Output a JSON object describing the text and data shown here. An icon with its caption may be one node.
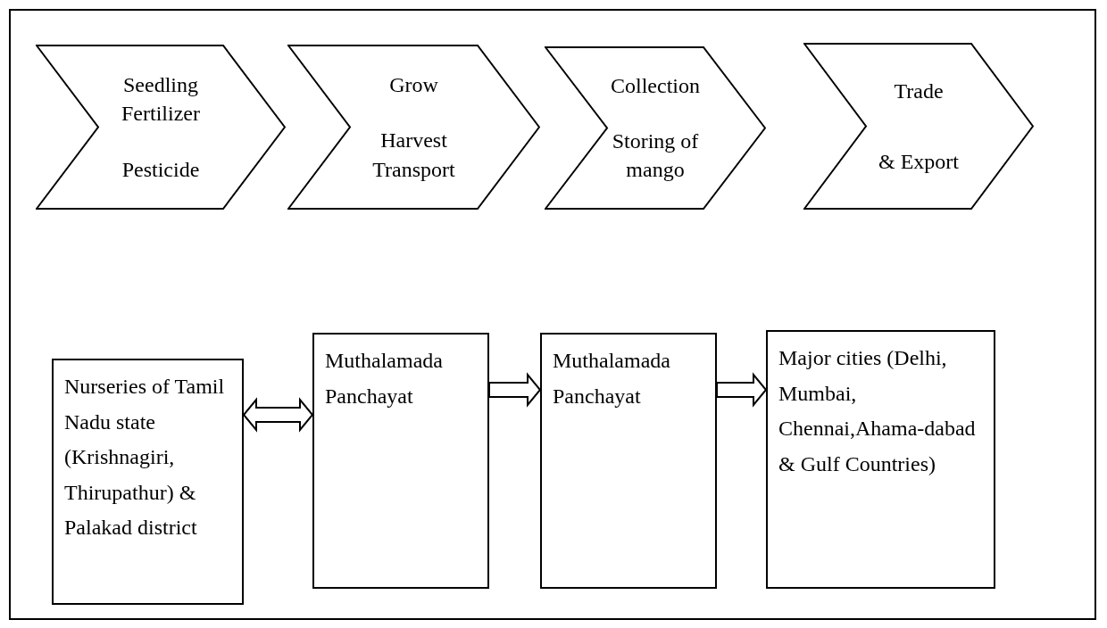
{
  "diagram": {
    "nodes": [
      {
        "text": [
          "Seedling Fertilizer",
          "Pesticide"
        ]
      },
      {
        "text": [
          "Grow",
          "Harvest Transport"
        ]
      },
      {
        "text": [
          "Collection",
          "Storing of mango"
        ]
      },
      {
        "text": [
          "Trade",
          "& Export"
        ]
      },
      {
        "text": [
          "Nurseries of Tamil Nadu state (Krishnagiri, Thirupathur) & Palakad district"
        ]
      },
      {
        "text": [
          "Muthalamada Panchayat"
        ]
      },
      {
        "text": [
          "Muthalamada Panchayat"
        ]
      },
      {
        "text": [
          "Major cities (Delhi, Mumbai, Chennai,Ahama-dabad & Gulf Countries)"
        ]
      }
    ],
    "edges": [
      {
        "from": 4,
        "to": 5,
        "arrow": "both"
      },
      {
        "from": 5,
        "to": 6,
        "arrow": "to"
      },
      {
        "from": 6,
        "to": 7,
        "arrow": "to"
      }
    ]
  }
}
